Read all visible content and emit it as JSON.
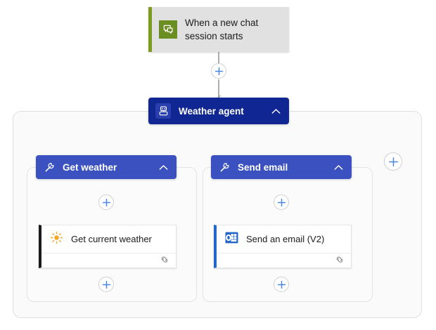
{
  "canvas": {
    "background_color": "#ffffff",
    "container_fill": "#fafafa",
    "container_border": "#e0e0e0",
    "connector_color": "#9a9a9a"
  },
  "trigger": {
    "label": "When a new chat session starts",
    "icon": "chat-bubbles-icon",
    "accent_color": "#7d9b1e",
    "background_color": "#e1e1e1"
  },
  "agent": {
    "label": "Weather agent",
    "icon": "robot-icon",
    "collapse_icon": "chevron-up-icon",
    "background_color": "#102693"
  },
  "tools": [
    {
      "id": "get-weather",
      "label": "Get weather",
      "icon": "wrench-icon",
      "collapse_icon": "chevron-up-icon",
      "background_color": "#3b51c0",
      "action": {
        "label": "Get current weather",
        "icon": "sun-icon",
        "accent_color": "#1b1b1b",
        "footer_icon": "link-icon"
      }
    },
    {
      "id": "send-email",
      "label": "Send email",
      "icon": "wrench-icon",
      "collapse_icon": "chevron-up-icon",
      "background_color": "#3b51c0",
      "action": {
        "label": "Send an email (V2)",
        "icon": "outlook-icon",
        "accent_color": "#2266c9",
        "footer_icon": "link-icon"
      }
    }
  ],
  "add_buttons": [
    {
      "id": "add-after-trigger",
      "icon": "plus-icon",
      "tooltip": "Insert a new step"
    },
    {
      "id": "add-in-get-weather-before-action",
      "icon": "plus-icon",
      "tooltip": "Insert a new step"
    },
    {
      "id": "add-in-get-weather-after-action",
      "icon": "plus-icon",
      "tooltip": "Insert a new step"
    },
    {
      "id": "add-in-send-email-before-action",
      "icon": "plus-icon",
      "tooltip": "Insert a new step"
    },
    {
      "id": "add-in-send-email-after-action",
      "icon": "plus-icon",
      "tooltip": "Insert a new step"
    },
    {
      "id": "add-tool",
      "icon": "plus-icon",
      "tooltip": "Add a tool"
    }
  ],
  "plus_color": "#4a86e8"
}
